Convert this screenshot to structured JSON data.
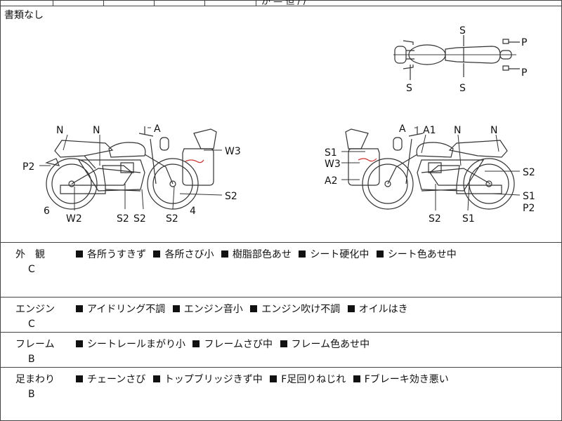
{
  "top_partial_text": "が — 但 / /",
  "documents": "書類なし",
  "diagram_labels": {
    "top_view": [
      "S",
      "S",
      "S",
      "P",
      "P"
    ],
    "left_bike": [
      "A",
      "N",
      "N",
      "P2",
      "W3",
      "6",
      "W2",
      "S2",
      "S2",
      "S2",
      "4",
      "S2"
    ],
    "right_bike": [
      "A",
      "A1",
      "N",
      "N",
      "S1",
      "W3",
      "A2",
      "S2",
      "S1",
      "S2",
      "S1",
      "P2"
    ]
  },
  "sections": [
    {
      "title": "外　観",
      "grade": "C",
      "notes": [
        "各所うすきず",
        "各所さび小",
        "樹脂部色あせ",
        "シート硬化中",
        "シート色あせ中"
      ]
    },
    {
      "title": "エンジン",
      "grade": "C",
      "notes": [
        "アイドリング不調",
        "エンジン音小",
        "エンジン吹け不調",
        "オイルはき"
      ]
    },
    {
      "title": "フレーム",
      "grade": "B",
      "notes": [
        "シートレールまがり小",
        "フレームさび中",
        "フレーム色あせ中"
      ]
    },
    {
      "title": "足まわり",
      "grade": "B",
      "notes": [
        "チェーンさび",
        "トップブリッジきず中",
        "F足回りねじれ",
        "Fブレーキ効き悪い"
      ]
    }
  ]
}
